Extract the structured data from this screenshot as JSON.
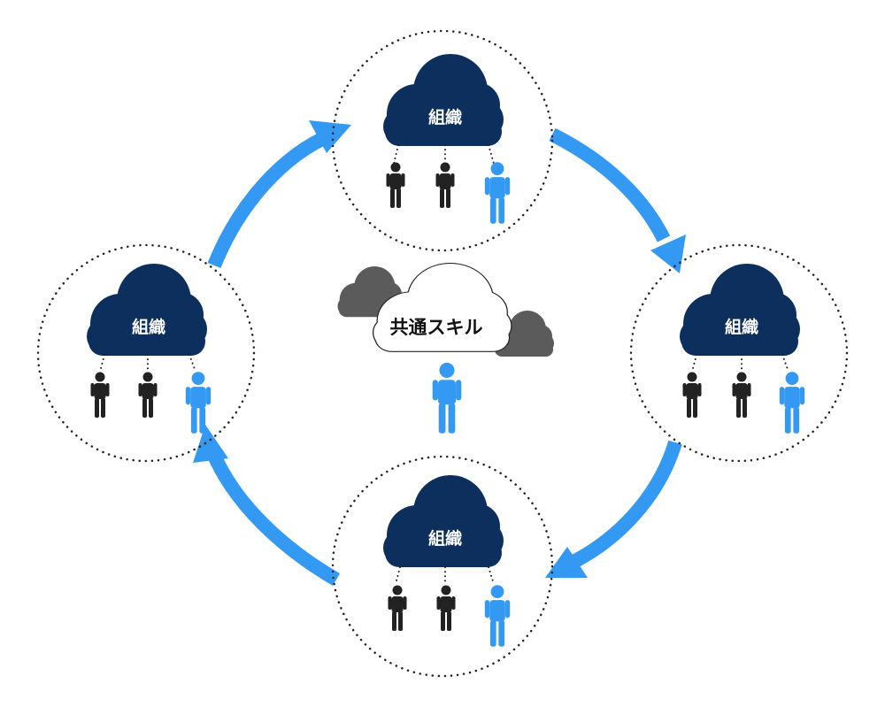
{
  "center": {
    "label": "共通スキル"
  },
  "nodes": [
    {
      "id": "top",
      "label": "組織"
    },
    {
      "id": "right",
      "label": "組織"
    },
    {
      "id": "bottom",
      "label": "組織"
    },
    {
      "id": "left",
      "label": "組織"
    }
  ],
  "colors": {
    "cloud_navy": "#0d2f5e",
    "accent_blue": "#3399f3",
    "person_dark": "#222222",
    "cloud_gray": "#5b5b5b",
    "dotted_ring": "#222222"
  }
}
